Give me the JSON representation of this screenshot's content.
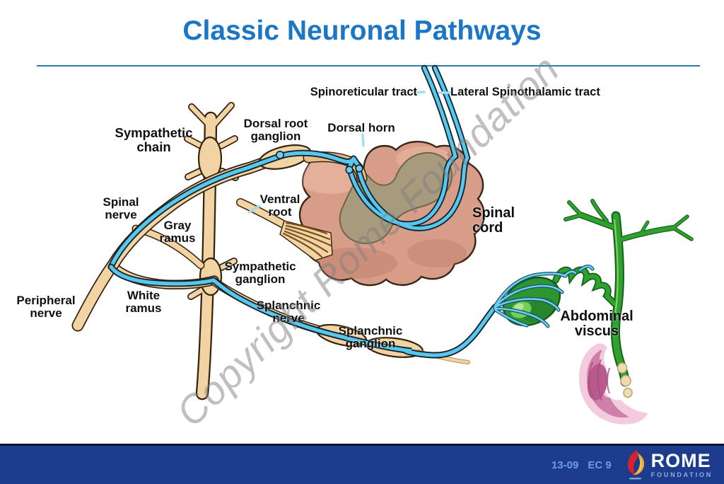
{
  "title": "Classic Neuronal Pathways",
  "watermark": "Copyright Rome Foundation",
  "labels": {
    "spinoreticular_tract": "Spinoreticular tract",
    "lateral_spinothalamic_tract": "Lateral Spinothalamic tract",
    "sympathetic_chain": "Sympathetic\nchain",
    "dorsal_root_ganglion": "Dorsal root\nganglion",
    "dorsal_horn": "Dorsal horn",
    "spinal_nerve": "Spinal\nnerve",
    "gray_ramus": "Gray\nramus",
    "ventral_root": "Ventral\nroot",
    "spinal_cord": "Spinal\ncord",
    "peripheral_nerve": "Peripheral\nnerve",
    "white_ramus": "White\nramus",
    "sympathetic_ganglion": "Sympathetic\nganglion",
    "splanchnic_nerve": "Splanchnic\nnerve",
    "splanchnic_ganglion": "Splanchnic\nganglion",
    "abdominal_viscus": "Abdominal\nviscus"
  },
  "footer": {
    "slide_code": "13-09",
    "ec_code": "EC 9",
    "logo_name": "ROME",
    "logo_subtitle": "FOUNDATION"
  },
  "colors": {
    "title_blue": "#1b76c6",
    "rule_blue": "#2a7fa8",
    "footer_bar": "#1e3c8e",
    "footer_code_text": "#6f9ce0",
    "nerve_tan": "#f2d3a4",
    "nerve_outline": "#35230f",
    "pathway_blue": "#58c7ec",
    "pathway_dark": "#14232e",
    "leader_blue": "#a5dcf5",
    "cord_pink": "#d79d88",
    "gray_matter": "#a89b7d",
    "viscus_green": "#2e9630",
    "duodenum_pink": "#e2a2c2",
    "flame_red": "#d5232e",
    "flame_yellow": "#f0a73c"
  }
}
